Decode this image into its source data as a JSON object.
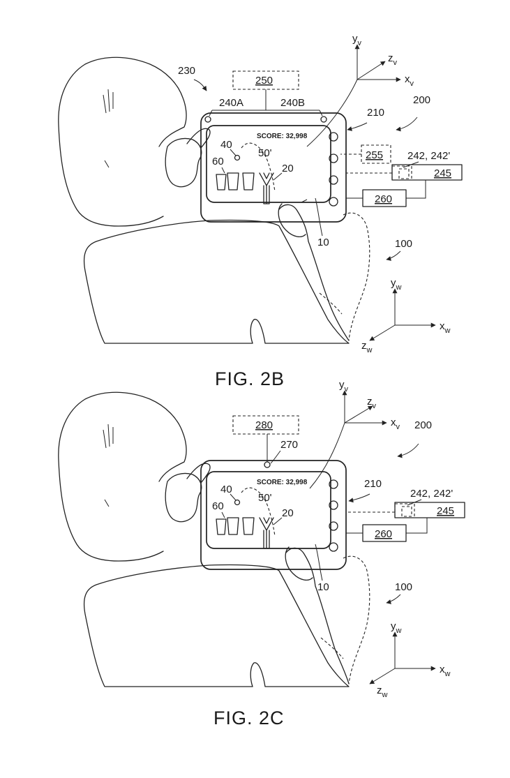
{
  "fig2b": {
    "caption": "FIG. 2B",
    "ref_230": "230",
    "ref_250": "250",
    "ref_240a": "240A",
    "ref_240b": "240B",
    "ref_210": "210",
    "ref_200": "200",
    "score": "SCORE: 32,998",
    "ref_40": "40",
    "ref_60": "60",
    "ref_50p": "50'",
    "ref_20": "20",
    "ref_255": "255",
    "ref_242": "242, 242'",
    "ref_245": "245",
    "ref_260": "260",
    "ref_10": "10",
    "ref_100": "100",
    "axis_v": {
      "y": "y",
      "z": "z",
      "x": "x",
      "sub": "v"
    },
    "axis_w": {
      "y": "y",
      "z": "z",
      "x": "x",
      "sub": "w"
    }
  },
  "fig2c": {
    "caption": "FIG. 2C",
    "ref_280": "280",
    "ref_270": "270",
    "ref_200": "200",
    "ref_210": "210",
    "score": "SCORE: 32,998",
    "ref_40": "40",
    "ref_60": "60",
    "ref_50p": "50'",
    "ref_20": "20",
    "ref_242": "242, 242'",
    "ref_245": "245",
    "ref_260": "260",
    "ref_10": "10",
    "ref_100": "100",
    "axis_v": {
      "y": "y",
      "z": "z",
      "x": "x",
      "sub": "v"
    },
    "axis_w": {
      "y": "y",
      "z": "z",
      "x": "x",
      "sub": "w"
    }
  }
}
